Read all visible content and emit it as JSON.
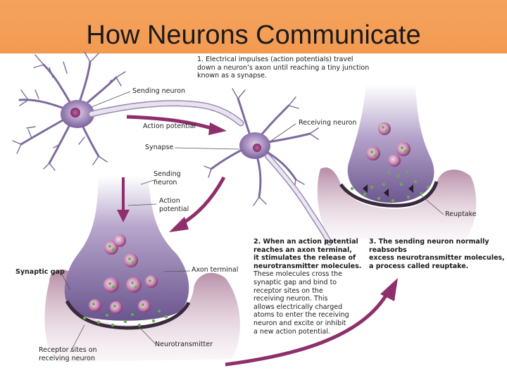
{
  "title": "How Neurons Communicate",
  "steps": [
    {
      "text": "1. Electrical impulses (action potentials) travel\ndown a neuron’s axon until reaching a tiny junction\nknown as a synapse."
    },
    {
      "lead": "2. When an action potential\nreaches an axon terminal,\nit stimulates the release of\nneurotransmitter molecules.",
      "text": "These molecules cross the\nsynaptic gap and bind to\nreceptor sites on the\nreceiving neuron. This\nallows electrically charged\natoms to enter the receiving\nneuron and excite or inhibit\na new action potential."
    },
    {
      "text": "3. The sending neuron normally reabsorbs\nexcess neurotransmitter molecules,\na process called reuptake."
    }
  ],
  "labels": {
    "sending_neuron": "Sending neuron",
    "action_potential": "Action potential",
    "synapse": "Synapse",
    "receiving_neuron": "Receiving neuron",
    "sending_neuron_2": "Sending\nneuron",
    "action_potential_2": "Action\npotential",
    "synaptic_gap": "Synaptic gap",
    "axon_terminal": "Axon terminal",
    "receptor_sites": "Receptor sites on\nreceiving neuron",
    "neurotransmitter": "Neurotransmitter",
    "reuptake": "Reuptake"
  },
  "colors": {
    "title_bar": "#f39a52",
    "neuron": "#9a86b4",
    "neuron_dark": "#5e4a7c",
    "arrow": "#8e2f6b",
    "vesicle": "#b0508a",
    "transmitter": "#66b04a",
    "receiving_tissue": "#8a5a78"
  }
}
